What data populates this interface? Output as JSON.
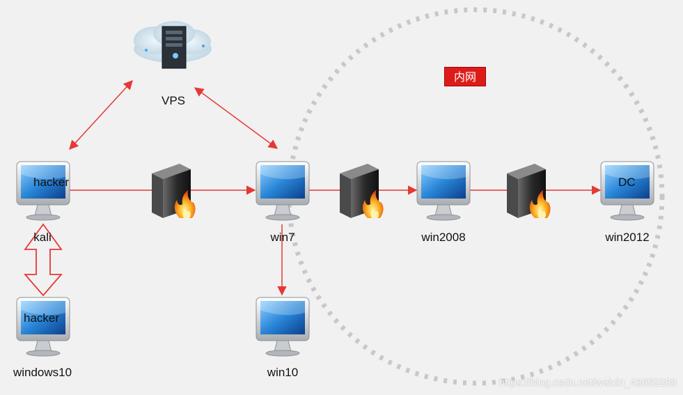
{
  "nodes": {
    "vps": {
      "label": "VPS"
    },
    "kali": {
      "label": "kali",
      "screen_text": "hacker"
    },
    "windows10": {
      "label": "windows10",
      "screen_text": "hacker"
    },
    "win7": {
      "label": "win7"
    },
    "win10": {
      "label": "win10"
    },
    "win2008": {
      "label": "win2008"
    },
    "win2012": {
      "label": "win2012",
      "screen_text": "DC"
    }
  },
  "zone": {
    "label": "内网",
    "color": "#dd1c1a"
  },
  "colors": {
    "arrow": "#e53935",
    "zone_border": "#c8c8c8",
    "screen": "#2e86d6"
  },
  "watermark": "https://blog.csdn.net/weixin_43650289"
}
